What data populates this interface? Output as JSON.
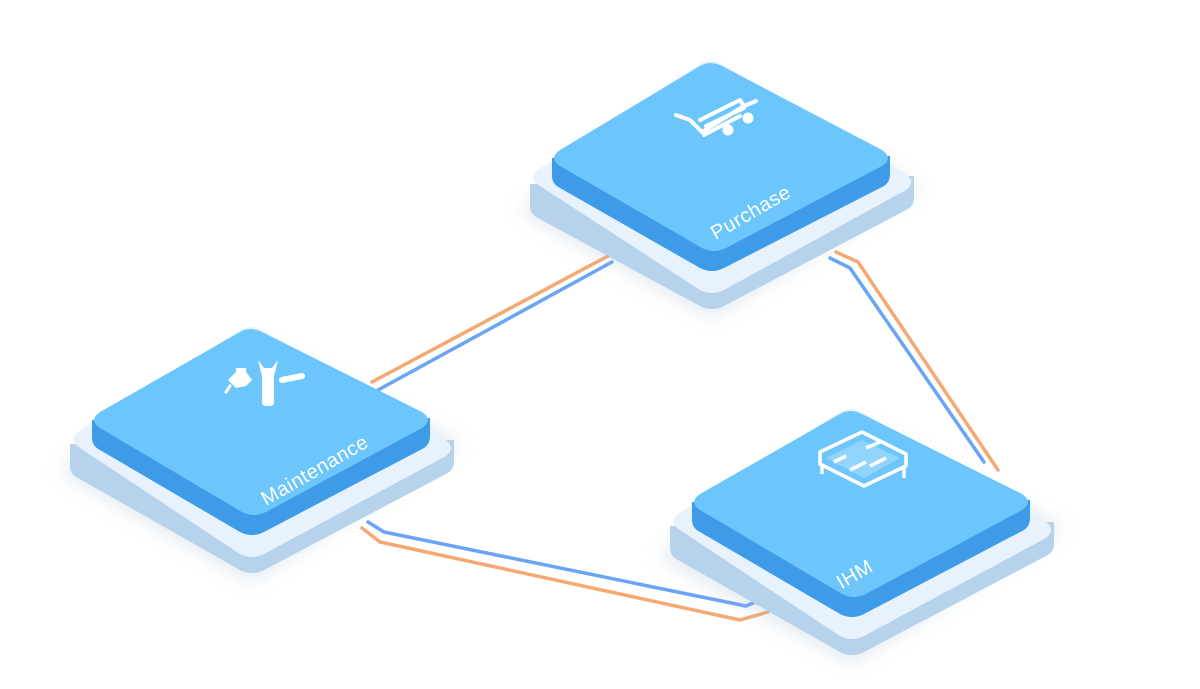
{
  "diagram": {
    "nodes": [
      {
        "id": "purchase",
        "label": "Purchase",
        "icon": "shopping-cart-icon"
      },
      {
        "id": "maintenance",
        "label": "Maintenance",
        "icon": "tools-icon"
      },
      {
        "id": "ihm",
        "label": "IHM",
        "icon": "dashboard-panel-icon"
      }
    ],
    "connections": [
      {
        "from": "maintenance",
        "to": "purchase"
      },
      {
        "from": "purchase",
        "to": "ihm"
      },
      {
        "from": "maintenance",
        "to": "ihm"
      }
    ],
    "colors": {
      "tile_top": "#6CC6FC",
      "tile_side": "#3E9BE8",
      "base_top": "#E8F2FC",
      "base_side": "#B7D3EC",
      "line_orange": "#F5A872",
      "line_blue": "#6BA4F5"
    }
  }
}
